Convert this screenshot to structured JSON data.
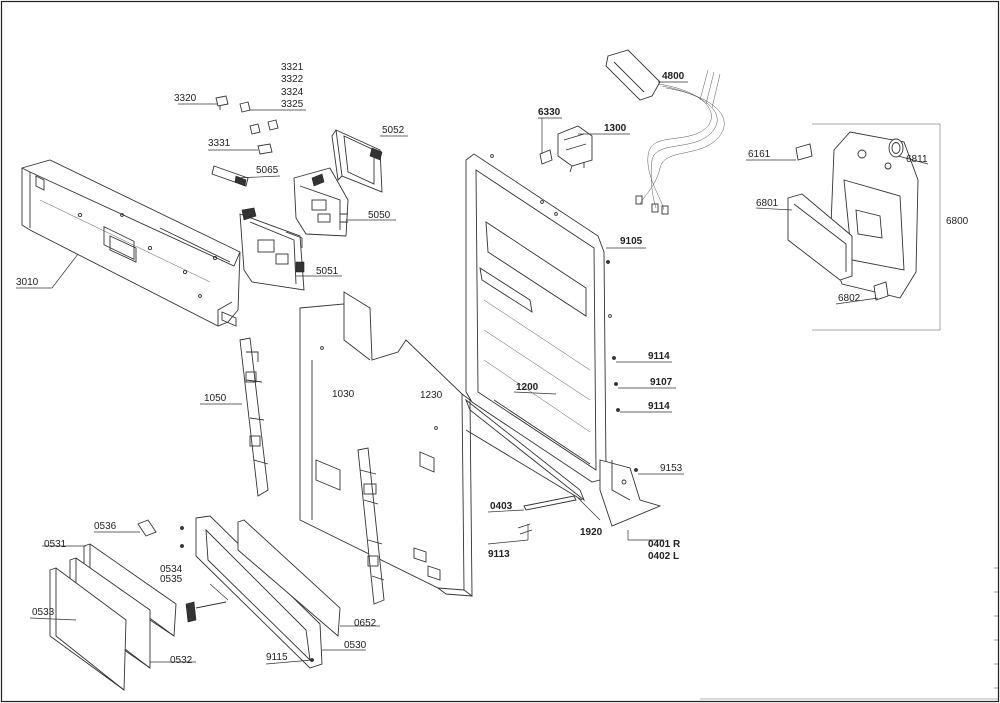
{
  "labels": {
    "p3010": "3010",
    "p3320": "3320",
    "p3321": "3321",
    "p3322": "3322",
    "p3324": "3324",
    "p3325": "3325",
    "p3331": "3331",
    "p5065": "5065",
    "p5052": "5052",
    "p5050": "5050",
    "p5051": "5051",
    "p6330": "6330",
    "p1300": "1300",
    "p4800": "4800",
    "p6161": "6161",
    "p6811": "6811",
    "p6801": "6801",
    "p6800": "6800",
    "p6802": "6802",
    "p9105": "9105",
    "p9114a": "9114",
    "p9107": "9107",
    "p9114b": "9114",
    "p1200": "1200",
    "p9153": "9153",
    "p1050": "1050",
    "p1030": "1030",
    "p1230": "1230",
    "p0403": "0403",
    "p1920": "1920",
    "p9113": "9113",
    "p0401": "0401 R",
    "p0402": "0402 L",
    "p0536": "0536",
    "p0531": "0531",
    "p0534": "0534",
    "p0535": "0535",
    "p0533": "0533",
    "p0532": "0532",
    "p0652": "0652",
    "p0530": "0530",
    "p9115": "9115"
  }
}
